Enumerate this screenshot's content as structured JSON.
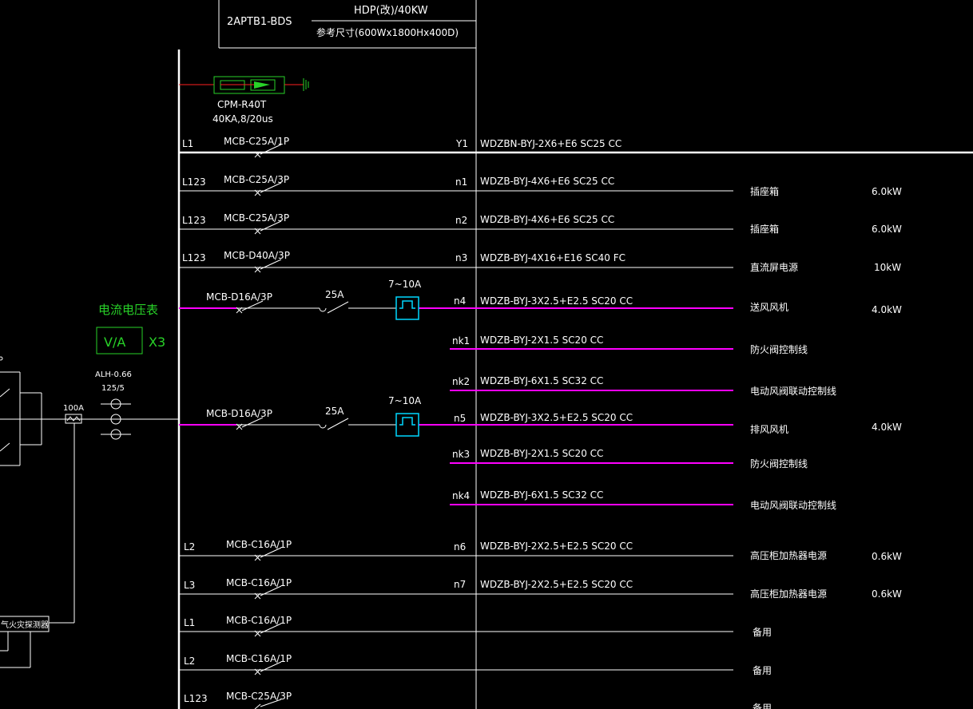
{
  "title_block": {
    "panel_id": "2APTB1-BDS",
    "panel_spec": "HDP(改)/40KW",
    "dimensions": "参考尺寸(600Wx1800Hx400D)"
  },
  "surge_protector": {
    "model": "CPM-R40T",
    "rating": "40KA,8/20us"
  },
  "meter": {
    "title": "电流电压表",
    "label": "V/A",
    "multiplier": "X3"
  },
  "current_transformer": {
    "model": "ALH-0.66",
    "ratio": "125/5"
  },
  "incoming": {
    "fuse_rating": "100A",
    "transfer_switch_label": "气火灾探测器"
  },
  "circuits": [
    {
      "phase": "L1",
      "breaker": "MCB-C25A/1P",
      "id": "Y1",
      "cable": "WDZBN-BYJ-2X6+E6 SC25 CC",
      "load": "",
      "power": ""
    },
    {
      "phase": "L123",
      "breaker": "MCB-C25A/3P",
      "id": "n1",
      "cable": "WDZB-BYJ-4X6+E6 SC25 CC",
      "load": "插座箱",
      "power": "6.0kW"
    },
    {
      "phase": "L123",
      "breaker": "MCB-C25A/3P",
      "id": "n2",
      "cable": "WDZB-BYJ-4X6+E6 SC25 CC",
      "load": "插座箱",
      "power": "6.0kW"
    },
    {
      "phase": "L123",
      "breaker": "MCB-D40A/3P",
      "id": "n3",
      "cable": "WDZB-BYJ-4X16+E16 SC40 FC",
      "load": "直流屏电源",
      "power": "10kW"
    },
    {
      "phase": "",
      "breaker": "MCB-D16A/3P",
      "contactor": "25A",
      "relay": "7~10A",
      "id": "n4",
      "cable": "WDZB-BYJ-3X2.5+E2.5 SC20 CC",
      "load": "送风风机",
      "power": "4.0kW"
    },
    {
      "id": "nk1",
      "cable": "WDZB-BYJ-2X1.5 SC20 CC",
      "load": "防火阀控制线"
    },
    {
      "id": "nk2",
      "cable": "WDZB-BYJ-6X1.5 SC32 CC",
      "load": "电动风阀联动控制线"
    },
    {
      "phase": "",
      "breaker": "MCB-D16A/3P",
      "contactor": "25A",
      "relay": "7~10A",
      "id": "n5",
      "cable": "WDZB-BYJ-3X2.5+E2.5 SC20 CC",
      "load": "排风风机",
      "power": "4.0kW"
    },
    {
      "id": "nk3",
      "cable": "WDZB-BYJ-2X1.5 SC20 CC",
      "load": "防火阀控制线"
    },
    {
      "id": "nk4",
      "cable": "WDZB-BYJ-6X1.5 SC32 CC",
      "load": "电动风阀联动控制线"
    },
    {
      "phase": "L2",
      "breaker": "MCB-C16A/1P",
      "id": "n6",
      "cable": "WDZB-BYJ-2X2.5+E2.5 SC20 CC",
      "load": "高压柜加热器电源",
      "power": "0.6kW"
    },
    {
      "phase": "L3",
      "breaker": "MCB-C16A/1P",
      "id": "n7",
      "cable": "WDZB-BYJ-2X2.5+E2.5 SC20 CC",
      "load": "高压柜加热器电源",
      "power": "0.6kW"
    },
    {
      "phase": "L1",
      "breaker": "MCB-C16A/1P",
      "id": "",
      "cable": "",
      "load": "备用",
      "power": ""
    },
    {
      "phase": "L2",
      "breaker": "MCB-C16A/1P",
      "id": "",
      "cable": "",
      "load": "备用",
      "power": ""
    },
    {
      "phase": "L123",
      "breaker": "MCB-C25A/3P",
      "id": "",
      "cable": "",
      "load": "备用",
      "power": ""
    }
  ],
  "colors": {
    "background": "#000000",
    "line": "#ffffff",
    "magenta": "#ff00ff",
    "green": "#28d228",
    "cyan": "#00d8ff",
    "red": "#ff2020"
  }
}
